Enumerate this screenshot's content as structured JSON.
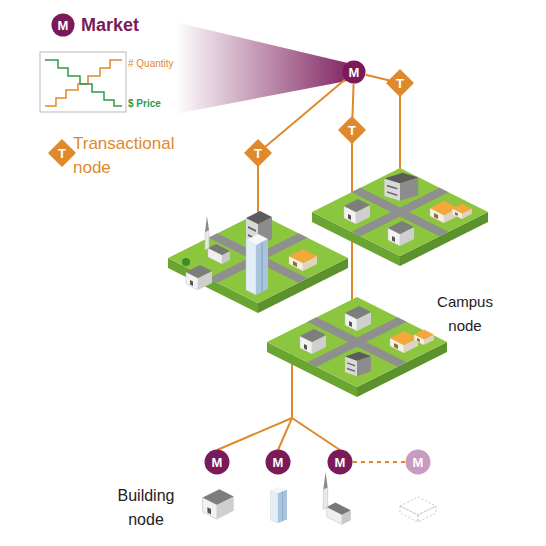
{
  "diagram": {
    "nodes": [
      {
        "text": [
          "M",
          "Market"
        ]
      },
      {
        "text": [
          "T",
          "Transactional node"
        ]
      },
      {
        "text": [
          "M"
        ]
      },
      {
        "text": [
          "T"
        ]
      },
      {
        "text": [
          "T"
        ]
      },
      {
        "text": [
          "T"
        ]
      },
      {
        "text": [
          "M"
        ]
      },
      {
        "text": [
          "M"
        ]
      },
      {
        "text": [
          "M"
        ]
      },
      {
        "text": [
          "M"
        ]
      }
    ],
    "edges": [
      {
        "from": 2,
        "to": 3,
        "arrow": "none"
      },
      {
        "from": 2,
        "to": 4,
        "arrow": "none"
      },
      {
        "from": 2,
        "to": 5,
        "arrow": "none"
      },
      {
        "from": 8,
        "to": 9,
        "arrow": "none"
      }
    ],
    "labels": [
      "# Quantity",
      "$ Price",
      "Campus node",
      "Building node"
    ]
  }
}
